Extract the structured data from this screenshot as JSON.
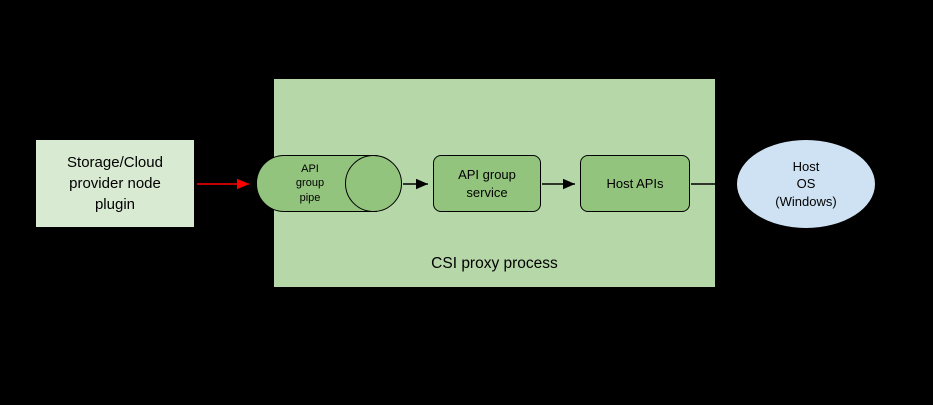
{
  "diagram": {
    "background_color": "#000000",
    "proxy_box": {
      "label": "CSI proxy process",
      "fill": "#b6d7a8"
    },
    "nodes": {
      "plugin": {
        "label": "Storage/Cloud\nprovider node\nplugin",
        "fill": "#d9ead3",
        "shape": "rectangle"
      },
      "pipe": {
        "label": "API\ngroup\npipe",
        "fill": "#93c47d",
        "shape": "horizontal-cylinder"
      },
      "service": {
        "label": "API group\nservice",
        "fill": "#93c47d",
        "shape": "rounded-rectangle"
      },
      "host_apis": {
        "label": "Host APIs",
        "fill": "#93c47d",
        "shape": "rounded-rectangle"
      },
      "host_os": {
        "label": "Host\nOS\n(Windows)",
        "fill": "#cfe2f3",
        "shape": "ellipse"
      }
    },
    "connectors": {
      "plugin_to_pipe": {
        "color": "#ff0000",
        "type": "arrow"
      },
      "pipe_to_service": {
        "color": "#000000",
        "type": "arrow"
      },
      "service_to_hostapis": {
        "color": "#000000",
        "type": "arrow"
      },
      "hostapis_to_hostos": {
        "color": "#000000",
        "type": "line"
      }
    }
  }
}
